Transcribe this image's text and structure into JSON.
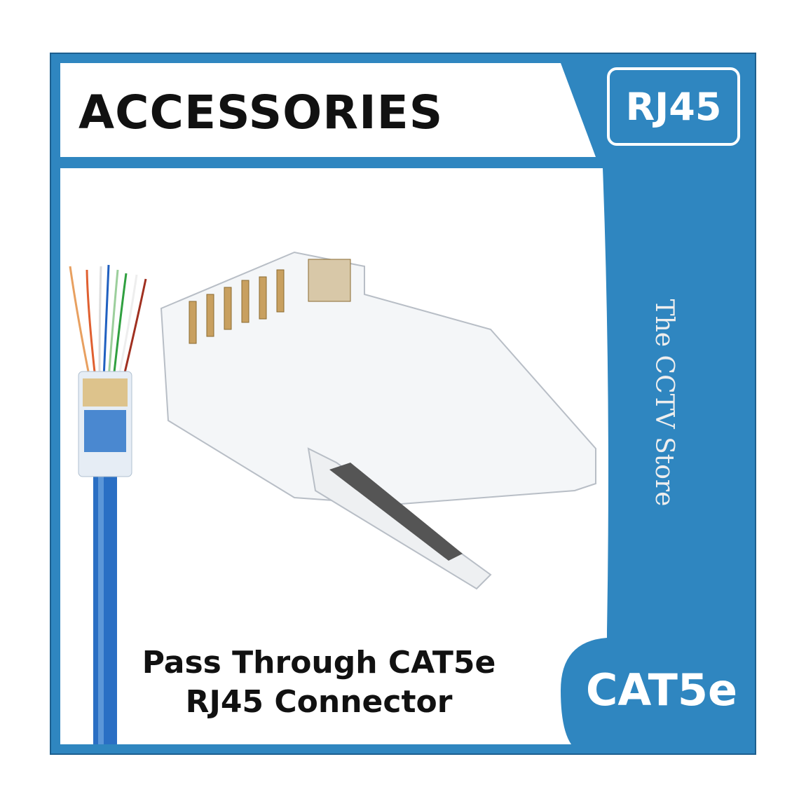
{
  "header": {
    "title": "ACCESSORIES",
    "badge": "RJ45"
  },
  "brand": {
    "name": "The CCTV Store",
    "icon": "cctv-camera-icon"
  },
  "product": {
    "caption_line1": "Pass Through CAT5e",
    "caption_line2": "RJ45 Connector",
    "category_badge": "CAT5e"
  },
  "colors": {
    "accent": "#2f86c0",
    "frame_dark": "#1d5f8f",
    "text": "#111111"
  }
}
